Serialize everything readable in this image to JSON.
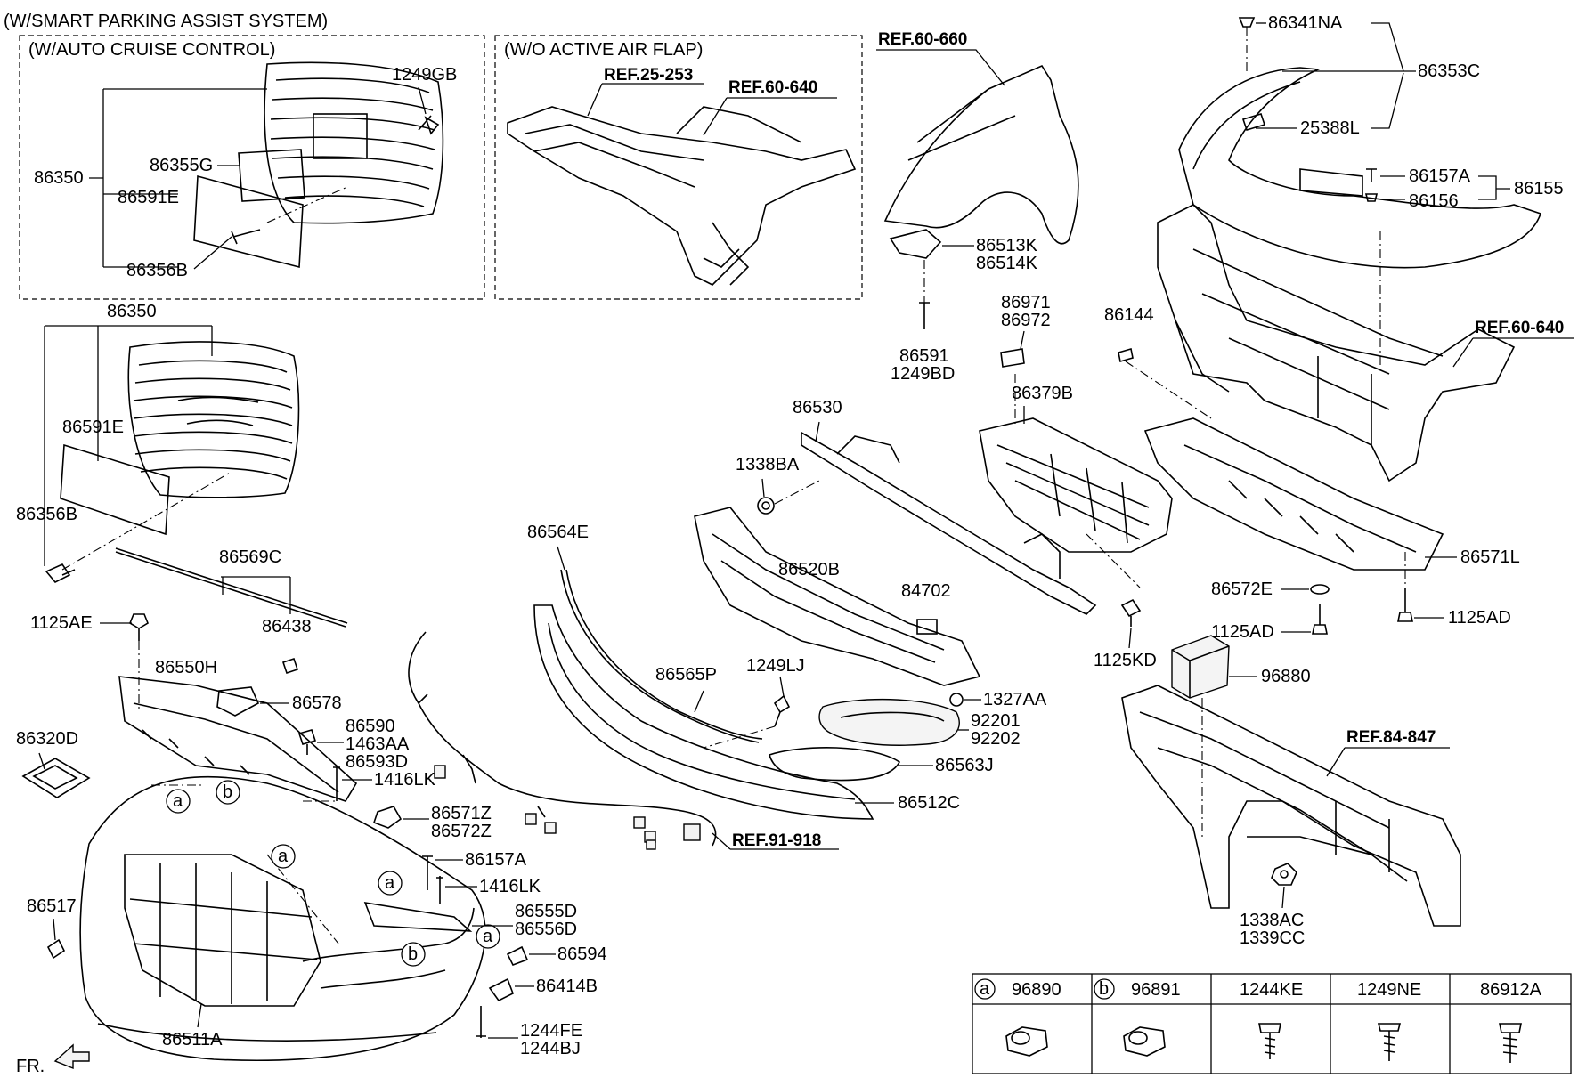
{
  "headers": {
    "smart_parking": "(W/SMART PARKING ASSIST SYSTEM)",
    "auto_cruise": "(W/AUTO CRUISE CONTROL)",
    "active_air_flap": "(W/O ACTIVE AIR FLAP)"
  },
  "refs": {
    "r25_253": "REF.25-253",
    "r60_640_a": "REF.60-640",
    "r60_660": "REF.60-660",
    "r60_640_b": "REF.60-640",
    "r84_847": "REF.84-847",
    "r91_918": "REF.91-918"
  },
  "labels": {
    "p1249GB": "1249GB",
    "p86350_a": "86350",
    "p86355G": "86355G",
    "p86591E_a": "86591E",
    "p86356B_a": "86356B",
    "p86350_b": "86350",
    "p86591E_b": "86591E",
    "p86356B_b": "86356B",
    "p86569C": "86569C",
    "p86438": "86438",
    "p1125AE": "1125AE",
    "p86550H": "86550H",
    "p86578": "86578",
    "p86590": "86590",
    "p1463AA": "1463AA",
    "p86593D": "86593D",
    "p1416LK_a": "1416LK",
    "p86320D": "86320D",
    "p86571Z": "86571Z",
    "p86572Z": "86572Z",
    "p86157A_b": "86157A",
    "p1416LK_b": "1416LK",
    "p86555D": "86555D",
    "p86556D": "86556D",
    "p86517": "86517",
    "p86594": "86594",
    "p86414B": "86414B",
    "p1244FE": "1244FE",
    "p1244BJ": "1244BJ",
    "p86511A": "86511A",
    "p86564E": "86564E",
    "p86520B": "86520B",
    "p86565P": "86565P",
    "p1249LJ": "1249LJ",
    "p86530": "86530",
    "p1338BA": "1338BA",
    "p84702": "84702",
    "p1327AA": "1327AA",
    "p92201": "92201",
    "p92202": "92202",
    "p86563J": "86563J",
    "p86512C": "86512C",
    "p86513K": "86513K",
    "p86514K": "86514K",
    "p86591": "86591",
    "p1249BD": "1249BD",
    "p86971": "86971",
    "p86972": "86972",
    "p86379B": "86379B",
    "p86144": "86144",
    "p1125KD": "1125KD",
    "p86341NA": "86341NA",
    "p86353C": "86353C",
    "p25388L": "25388L",
    "p86157A_a": "86157A",
    "p86156": "86156",
    "p86155": "86155",
    "p86571L": "86571L",
    "p86572E": "86572E",
    "p1125AD_a": "1125AD",
    "p1125AD_b": "1125AD",
    "p96880": "96880",
    "p1338AC": "1338AC",
    "p1339CC": "1339CC",
    "fr": "FR."
  },
  "callouts": {
    "a": "a",
    "b": "b"
  },
  "legend_table": {
    "headers": [
      "96890",
      "96891",
      "1244KE",
      "1249NE",
      "86912A"
    ],
    "circle_letters": [
      "a",
      "b"
    ]
  }
}
